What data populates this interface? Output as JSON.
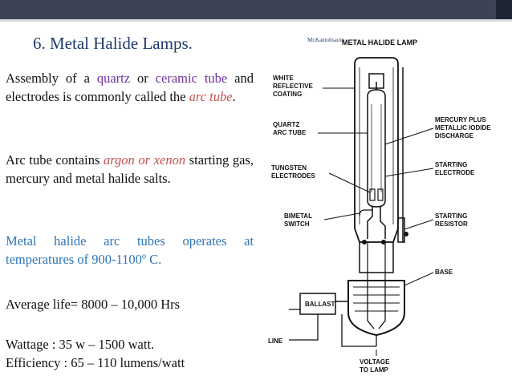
{
  "slide": {
    "title": "6. Metal Halide Lamps.",
    "credit": "Mr.Kantolisanin"
  },
  "body": {
    "p1_a": "Assembly of a ",
    "p1_quartz": "quartz",
    "p1_b": " or ",
    "p1_ceramic": "ceramic",
    "p1_tube": "tube",
    "p1_c": " and electrodes is commonly called the ",
    "p1_arc": "arc tube",
    "p1_d": ".",
    "p2_a": "Arc tube contains ",
    "p2_gas": "argon or xenon",
    "p2_b": " starting gas, mercury and metal halide salts.",
    "p3": "Metal halide arc tubes operates at temperatures of 900-1100º C.",
    "p4": "Average life= 8000 – 10,000 Hrs",
    "p5": "Wattage : 35 w – 1500 watt.",
    "p6": "Efficiency : 65 – 110 lumens/watt"
  },
  "diagram": {
    "title": "METAL HALIDE LAMP",
    "white_1": "WHITE",
    "white_2": "REFLECTIVE",
    "white_3": "COATING",
    "quartz_1": "QUARTZ",
    "quartz_2": "ARC TUBE",
    "tungsten_1": "TUNGSTEN",
    "tungsten_2": "ELECTRODES",
    "bimetal_1": "BIMETAL",
    "bimetal_2": "SWITCH",
    "mercury_1": "MERCURY PLUS",
    "mercury_2": "METALLIC IODIDE",
    "mercury_3": "DISCHARGE",
    "starting_e_1": "STARTING",
    "starting_e_2": "ELECTRODE",
    "starting_r_1": "STARTING",
    "starting_r_2": "RESISTOR",
    "base": "BASE",
    "ballast": "BALLAST",
    "line": "LINE",
    "voltage_1": "VOLTAGE",
    "voltage_2": "TO LAMP"
  }
}
